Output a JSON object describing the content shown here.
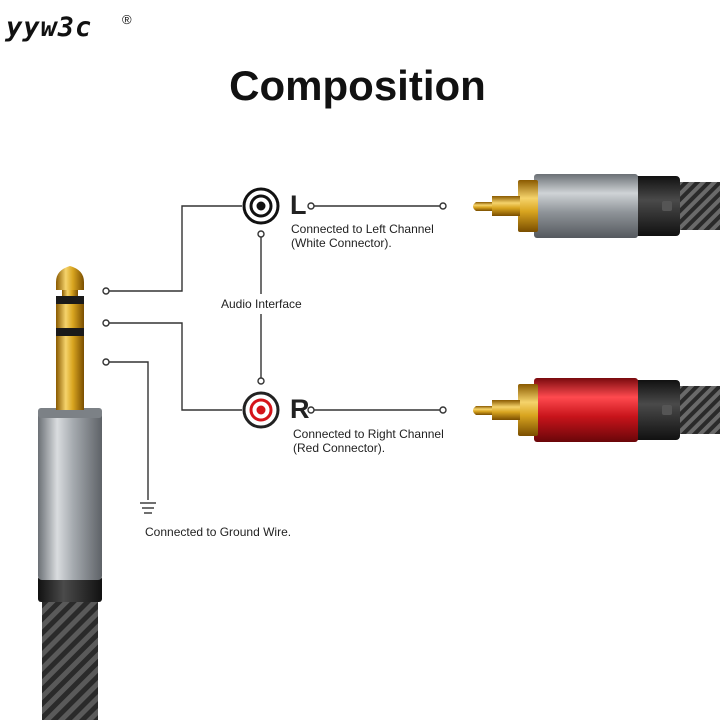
{
  "brand": {
    "name": "yyw3c",
    "registered_mark": "®"
  },
  "title": "Composition",
  "channels": {
    "left": {
      "letter": "L",
      "desc_line1": "Connected to Left Channel",
      "desc_line2": "(White Connector).",
      "accent": "#111111"
    },
    "right": {
      "letter": "R",
      "desc_line1": "Connected to Right Channel",
      "desc_line2": "(Red Connector).",
      "accent": "#d4141a"
    }
  },
  "audio_interface": "Audio Interface",
  "ground": {
    "label": "Connected to Ground Wire."
  },
  "colors": {
    "gold": "#d9a520",
    "silver": "#9aa0a6",
    "red_plug": "#c8141b",
    "cable": "#2a2a2a",
    "line": "#333333"
  }
}
